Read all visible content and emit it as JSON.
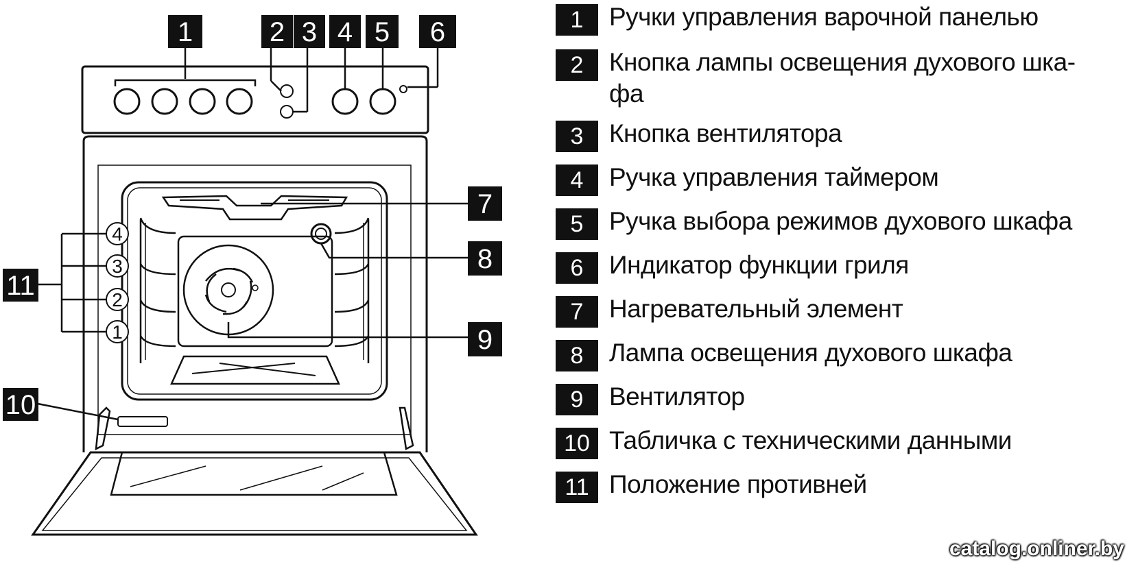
{
  "callouts": {
    "c1": "1",
    "c2": "2",
    "c3": "3",
    "c4": "4",
    "c5": "5",
    "c6": "6",
    "c7": "7",
    "c8": "8",
    "c9": "9",
    "c10": "10",
    "c11": "11"
  },
  "shelf_positions": [
    "4",
    "3",
    "2",
    "1"
  ],
  "legend": [
    {
      "num": "1",
      "text": "Ручки управления варочной панелью"
    },
    {
      "num": "2",
      "text": "Кнопка лампы освещения духового шка-фа"
    },
    {
      "num": "3",
      "text": "Кнопка вентилятора"
    },
    {
      "num": "4",
      "text": "Ручка управления таймером"
    },
    {
      "num": "5",
      "text": "Ручка выбора режимов духового шкафа"
    },
    {
      "num": "6",
      "text": "Индикатор функции гриля"
    },
    {
      "num": "7",
      "text": "Нагревательный элемент"
    },
    {
      "num": "8",
      "text": "Лампа освещения духового шкафа"
    },
    {
      "num": "9",
      "text": "Вентилятор"
    },
    {
      "num": "10",
      "text": "Табличка с техническими данными"
    },
    {
      "num": "11",
      "text": "Положение противней"
    }
  ],
  "watermark": "catalog.onliner.by"
}
